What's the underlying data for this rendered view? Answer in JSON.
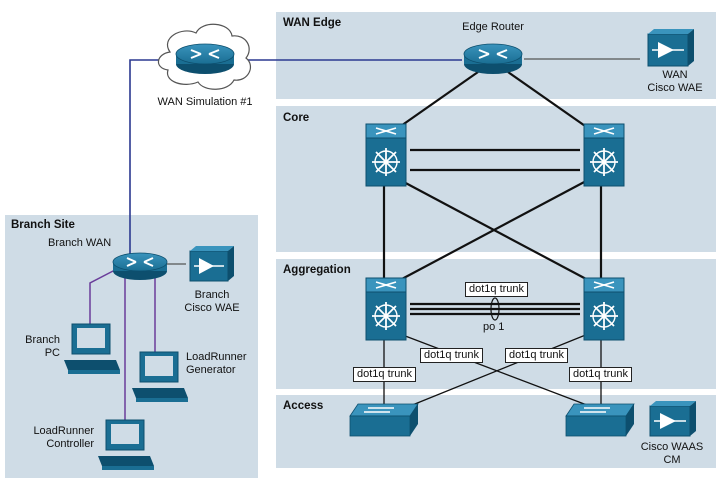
{
  "zones": {
    "wan_edge": "WAN Edge",
    "core": "Core",
    "aggregation": "Aggregation",
    "access": "Access",
    "branch_site": "Branch Site"
  },
  "labels": {
    "edge_router": "Edge Router",
    "wan_waE_line1": "WAN",
    "wan_waE_line2": "Cisco WAE",
    "wan_simulation": "WAN Simulation #1",
    "branch_wan": "Branch WAN",
    "branch_wae_line1": "Branch",
    "branch_wae_line2": "Cisco WAE",
    "branch_pc_line1": "Branch",
    "branch_pc_line2": "PC",
    "lr_generator_line1": "LoadRunner",
    "lr_generator_line2": "Generator",
    "lr_controller_line1": "LoadRunner",
    "lr_controller_line2": "Controller",
    "waas_cm_line1": "Cisco WAAS",
    "waas_cm_line2": "CM",
    "po1": "po 1"
  },
  "links": {
    "agg_trunk": "dot1q trunk",
    "agg_left_access_trunk": "dot1q trunk",
    "agg_right_access_trunk": "dot1q trunk",
    "access_left_trunk": "dot1q trunk",
    "access_right_trunk": "dot1q trunk"
  },
  "colors": {
    "zone_fill": "#cfdce6",
    "device_blue": "#1a6e93",
    "device_dark": "#0d4f6e",
    "wan_link": "#2b3990",
    "branch_link": "#6a3d9a",
    "trunk_line": "#111111"
  },
  "icons": {
    "router": "router-icon",
    "switch": "multilayer-switch-icon",
    "access_switch": "workgroup-switch-icon",
    "wae": "wae-appliance-icon",
    "pc": "pc-workstation-icon",
    "cloud": "cloud-icon"
  }
}
